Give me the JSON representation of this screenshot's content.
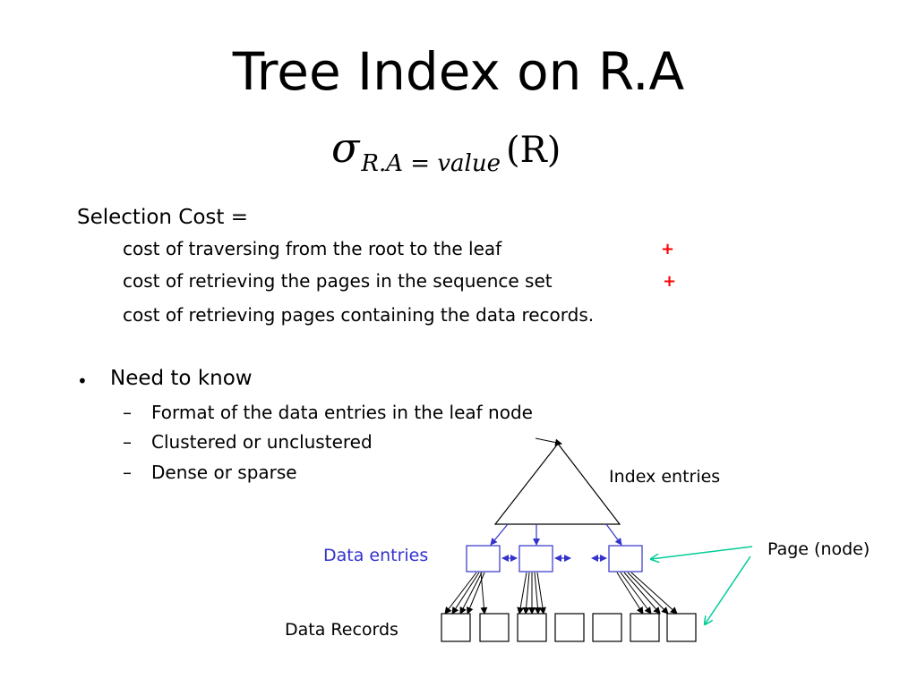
{
  "slide": {
    "title": "Tree Index on R.A",
    "formula": {
      "sigma": "σ",
      "subscript": "R.A = value",
      "relation": "(R)"
    },
    "selection_cost": {
      "heading": "Selection Cost  =",
      "lines": [
        "cost of traversing from the root to the leaf",
        "cost of retrieving the pages in the sequence set",
        "cost of retrieving pages containing the data records."
      ],
      "plus": "+"
    },
    "need_to_know": {
      "bullet": "•",
      "heading": "Need to know",
      "dash": "–",
      "items": [
        "Format of the data entries in the leaf node",
        "Clustered or unclustered",
        "Dense or sparse"
      ]
    },
    "diagram": {
      "index_entries_label": "Index entries",
      "data_entries_label": "Data entries",
      "page_node_label": "Page (node)",
      "data_records_label": "Data Records",
      "colors": {
        "data_entries": "#3333cc",
        "page_arrows": "#00cc99",
        "lines": "#000000"
      }
    }
  }
}
